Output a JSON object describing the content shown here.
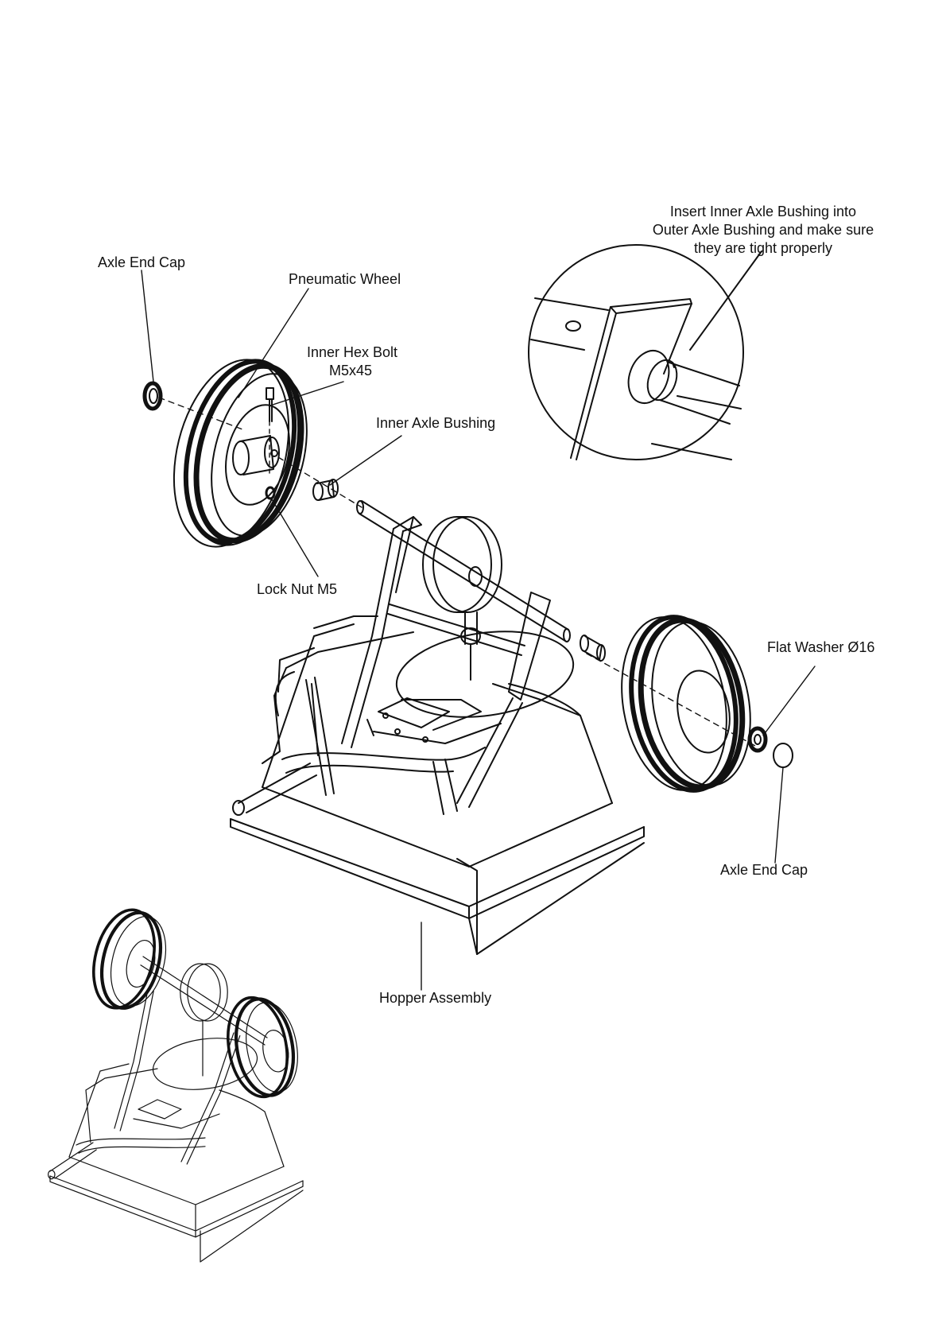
{
  "labels": {
    "axle_end_cap_left": "Axle End Cap",
    "pneumatic_wheel": "Pneumatic Wheel",
    "inner_hex_bolt_line1": "Inner Hex Bolt",
    "inner_hex_bolt_line2": "M5x45",
    "inner_axle_bushing": "Inner Axle Bushing",
    "lock_nut": "Lock Nut M5",
    "insert_note_line1": "Insert Inner Axle Bushing into",
    "insert_note_line2": "Outer Axle Bushing and make sure",
    "insert_note_line3": "they are tight properly",
    "flat_washer": "Flat Washer Ø16",
    "axle_end_cap_right": "Axle End Cap",
    "hopper_assembly": "Hopper Assembly"
  },
  "colors": {
    "line": "#111111",
    "tire": "#111111",
    "background": "#ffffff"
  }
}
